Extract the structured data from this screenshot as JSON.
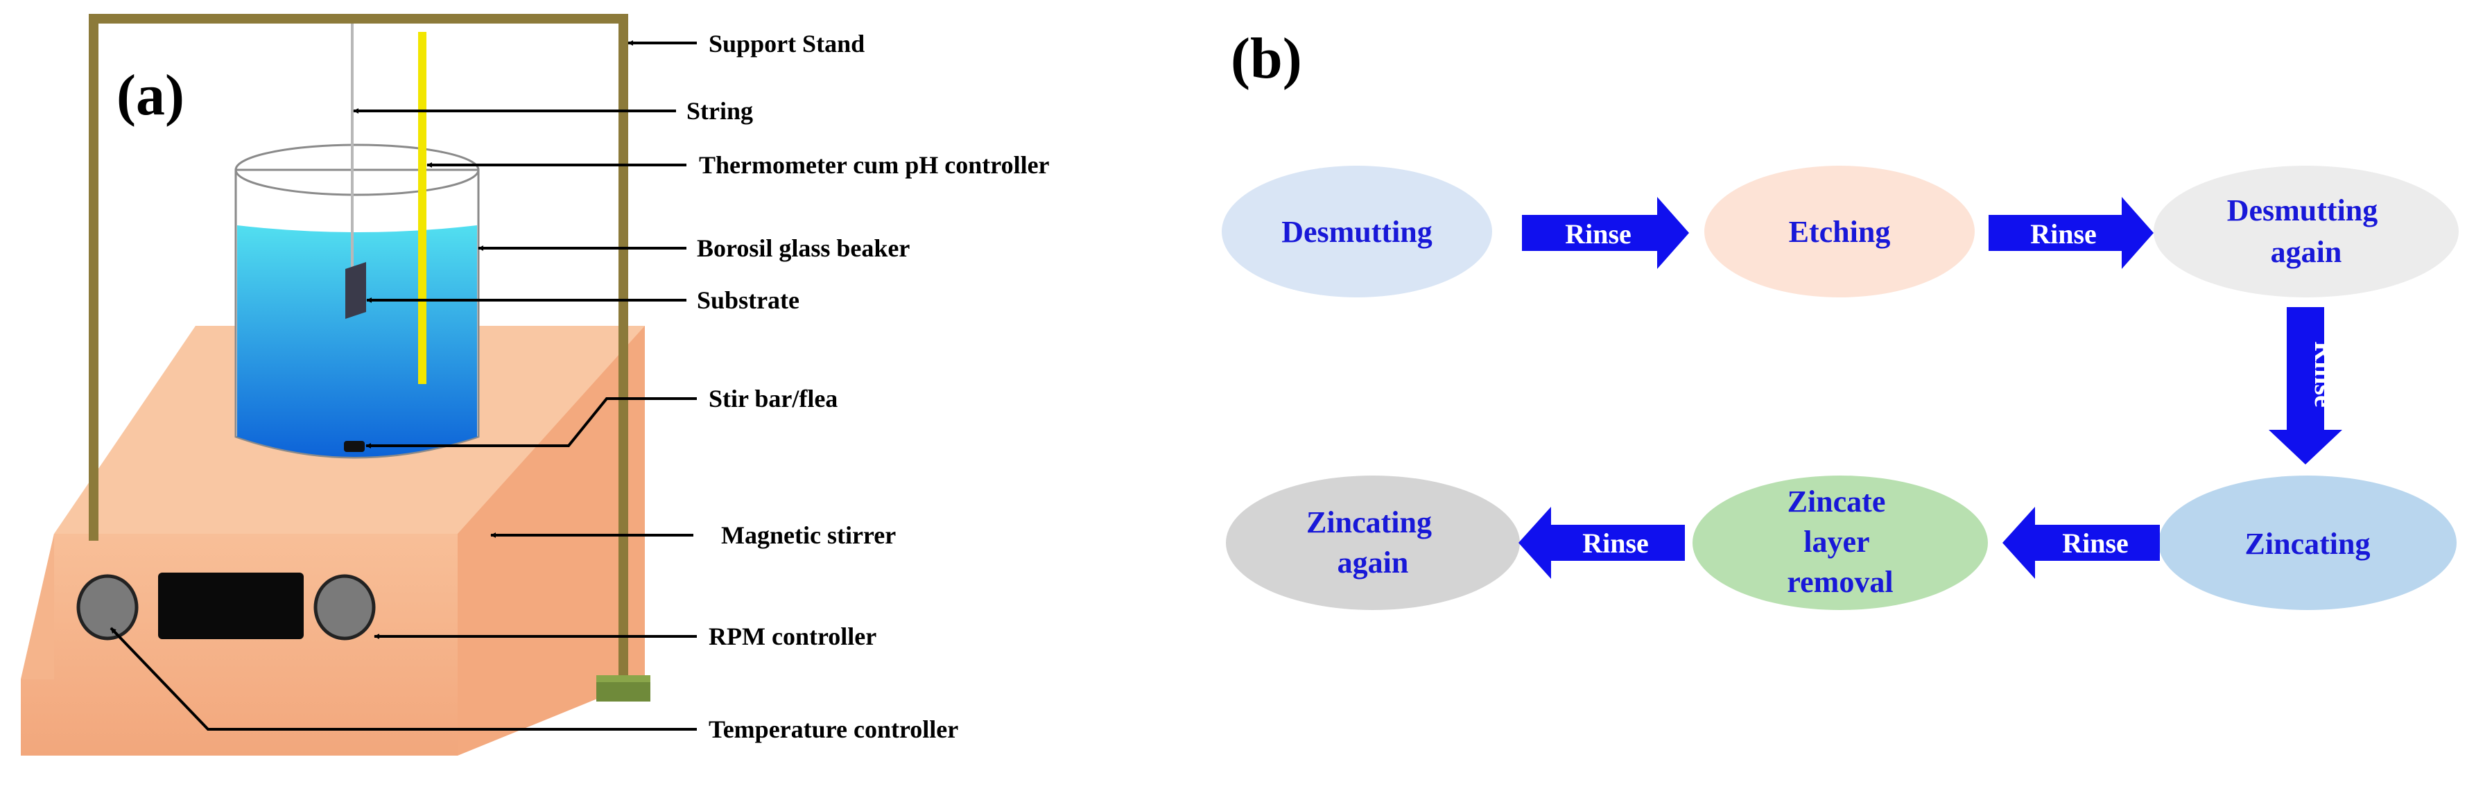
{
  "panel_a": {
    "label": "(a)",
    "labels": {
      "support_stand": "Support Stand",
      "string": "String",
      "thermometer": "Thermometer cum pH controller",
      "beaker": "Borosil glass beaker",
      "substrate": "Substrate",
      "stir_bar": "Stir bar/flea",
      "magnetic_stirrer": "Magnetic stirrer",
      "rpm_controller": "RPM controller",
      "temperature_controller": "Temperature controller"
    },
    "colors": {
      "stand": "#8c7a3a",
      "liquid_top": "#52dff0",
      "liquid_bottom": "#0d63d8",
      "stirrer_body": "#f6b48a",
      "stirrer_top": "#f9c7a3",
      "thermometer": "#f2e600",
      "display": "#0a0a0a",
      "knob": "#7a7a7a",
      "foot": "#6f8a3a"
    }
  },
  "panel_b": {
    "label": "(b)",
    "steps": {
      "desmutting": [
        "Desmutting"
      ],
      "etching": [
        "Etching"
      ],
      "desmutting_again": [
        "Desmutting",
        "again"
      ],
      "zincating": [
        "Zincating"
      ],
      "zincate_removal": [
        "Zincate",
        "layer",
        "removal"
      ],
      "zincating_again": [
        "Zincating",
        "again"
      ]
    },
    "arrow_label": "Rinse",
    "colors": {
      "desmutting": "#d9e5f5",
      "etching": "#fde3d6",
      "desmutting_again": "#ececec",
      "zincating": "#b9d6ee",
      "zincate_removal": "#b8e0b0",
      "zincating_again": "#d4d4d4",
      "arrow": "#1010ee",
      "step_text": "#1818d8"
    }
  }
}
